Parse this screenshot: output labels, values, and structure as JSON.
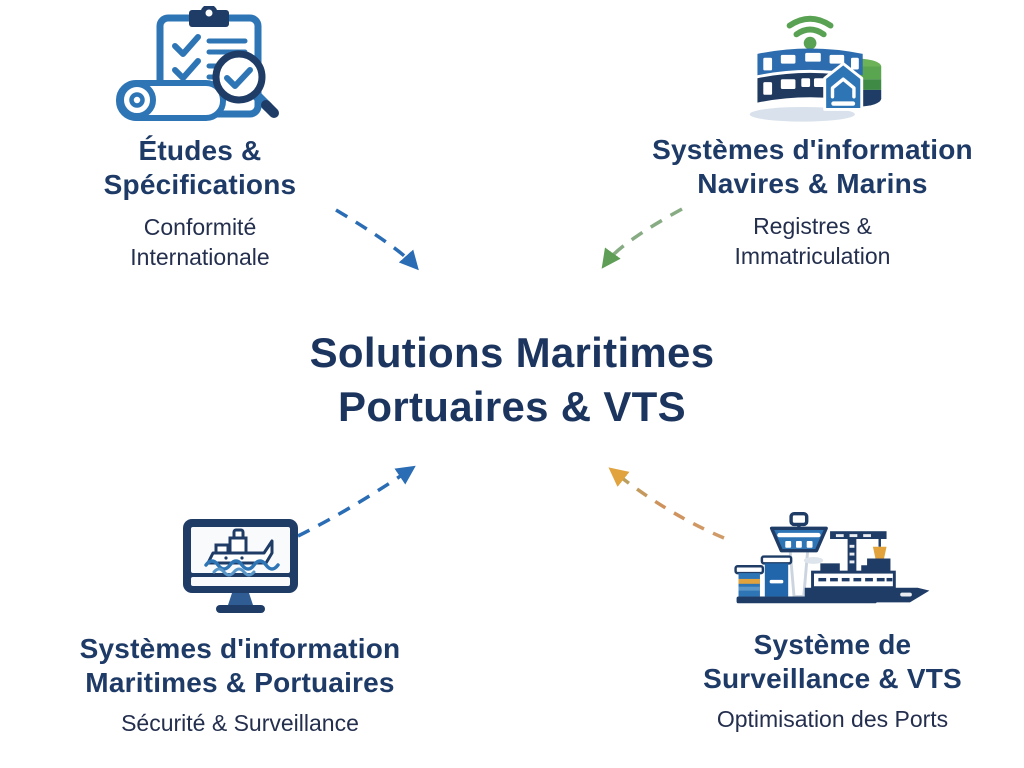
{
  "background": "#ffffff",
  "center": {
    "title_lines": [
      "Solutions Maritimes",
      "Portuaires & VTS"
    ]
  },
  "quadrants": {
    "top_left": {
      "icon": "clipboard-checklist-magnifier",
      "title_lines": [
        "Études &",
        "Spécifications"
      ],
      "subtitle_lines": [
        "Conformité",
        "Internationale"
      ]
    },
    "top_right": {
      "icon": "registry-building-database",
      "title_lines": [
        "Systèmes d'information",
        "Navires & Marins"
      ],
      "subtitle_lines": [
        "Registres &",
        "Immatriculation"
      ]
    },
    "bottom_left": {
      "icon": "monitor-ship",
      "title_lines": [
        "Systèmes d'information",
        "Maritimes & Portuaires"
      ],
      "subtitle_lines": [
        "Sécurité & Surveillance"
      ]
    },
    "bottom_right": {
      "icon": "port-tower-crane-ship",
      "title_lines": [
        "Système de",
        "Surveillance & VTS"
      ],
      "subtitle_lines": [
        "Optimisation des Ports"
      ]
    }
  },
  "arrows": [
    {
      "name": "arrow-top-left-to-center",
      "color": "#2a6db5",
      "style": "dashed"
    },
    {
      "name": "arrow-top-right-to-center",
      "color": "#87ac83",
      "head_color": "#5f9e56",
      "style": "dashed"
    },
    {
      "name": "arrow-bottom-left-to-center",
      "color": "#2a6db5",
      "style": "dashed"
    },
    {
      "name": "arrow-bottom-right-to-center",
      "color": "#d9a23f",
      "head_color": "#e0a33e",
      "style": "dashed"
    }
  ],
  "colors": {
    "title_navy": "#1e3a66",
    "center_title_navy": "#1b355f",
    "subtitle_navy": "#242f4e",
    "icon_blue": "#2e75b6",
    "icon_navy": "#1f3c66",
    "icon_green": "#5aa253",
    "icon_gold": "#e2a33c"
  }
}
